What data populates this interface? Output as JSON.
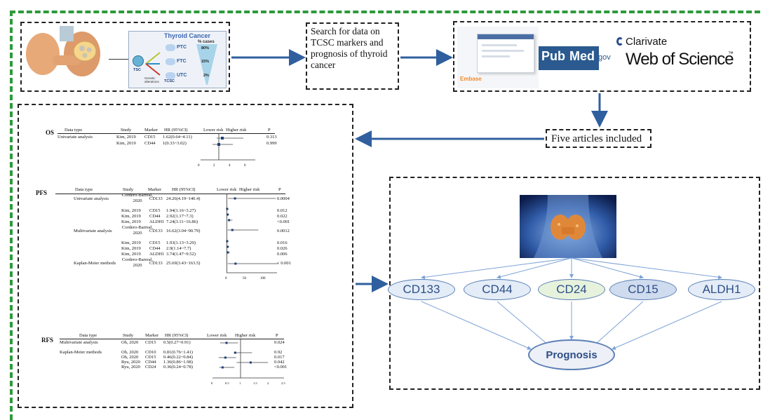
{
  "thyroid_panel": {
    "title": "Thyroid Cancer",
    "cases_header": "% cases",
    "tsc_label": "TSC",
    "tcsc_label": "TCSC",
    "genetic_label": "Genetic\nalterations",
    "subtypes": [
      {
        "name": "PTC",
        "pct": "80%"
      },
      {
        "name": "FTC",
        "pct": "15%"
      },
      {
        "name": "UTC",
        "pct": "2%"
      }
    ]
  },
  "search_box": {
    "text": "Search for data on TCSC markers and prognosis of thyroid cancer"
  },
  "databases": {
    "embase": "Embase",
    "pubmed_pub": "Pub",
    "pubmed_med": "Med",
    "pubmed_gov": ".gov",
    "clarivate": "Clarivate",
    "wos": "Web of Science",
    "tm": "™"
  },
  "included_box": {
    "text": "Five articles included"
  },
  "os_table": {
    "label": "OS",
    "headers": [
      "Data type",
      "Study",
      "Marker",
      "HR (95%CI)",
      "Lower risk",
      "Higher risk",
      "P"
    ],
    "rows": [
      {
        "type": "Univariate analysis",
        "study": "Kim, 2019",
        "marker": "CD15",
        "hr": "1.62(0.64~4.11)",
        "p": "0.313"
      },
      {
        "type": "",
        "study": "Kim, 2019",
        "marker": "CD44",
        "hr": "1(0.33~3.02)",
        "p": "0.999"
      }
    ],
    "ticks": [
      "0",
      "2",
      "4",
      "6"
    ]
  },
  "pfs_table": {
    "label": "PFS",
    "headers": [
      "Data type",
      "Study",
      "Marker",
      "HR (95%CI)",
      "Lower risk",
      "Higher risk",
      "P"
    ],
    "rows": [
      {
        "type": "Univariate analysis",
        "study": "Cordero-Barreal, 2020",
        "marker": "CD133",
        "hr": "24.26(4.19~140.4)",
        "p": "0.0004"
      },
      {
        "type": "",
        "study": "Kim, 2019",
        "marker": "CD15",
        "hr": "1.94(1.16~3.27)",
        "p": "0.012"
      },
      {
        "type": "",
        "study": "Kim, 2019",
        "marker": "CD44",
        "hr": "2.92(1.17~7.3)",
        "p": "0.022"
      },
      {
        "type": "",
        "study": "Kim, 2019",
        "marker": "ALDH1",
        "hr": "7.24(3.11~16.86)",
        "p": "<0.001"
      },
      {
        "type": "Multivariate analysis",
        "study": "Cordero-Barreal, 2020",
        "marker": "CD133",
        "hr": "16.62(3.04~90.79)",
        "p": "0.0012"
      },
      {
        "type": "",
        "study": "Kim, 2019",
        "marker": "CD15",
        "hr": "1.93(1.13~3.29)",
        "p": "0.016"
      },
      {
        "type": "",
        "study": "Kim, 2019",
        "marker": "CD44",
        "hr": "2.9(1.14~7.7)",
        "p": "0.026"
      },
      {
        "type": "",
        "study": "Kim, 2019",
        "marker": "ALDH1",
        "hr": "3.74(1.47~9.52)",
        "p": "0.006"
      },
      {
        "type": "Kaplan-Meier methods",
        "study": "Cordero-Barreal, 2020",
        "marker": "CD133",
        "hr": "25.69(3.43~163.5)",
        "p": "< 0.001"
      }
    ],
    "ticks": [
      "0",
      "50",
      "100"
    ]
  },
  "rfs_table": {
    "label": "RFS",
    "headers": [
      "Data type",
      "Study",
      "Marker",
      "HR (95%CI)",
      "Lower risk",
      "Higher risk",
      "P"
    ],
    "rows": [
      {
        "type": "Multivariate analysis",
        "study": "Oh, 2020",
        "marker": "CD15",
        "hr": "0.5(0.27~0.91)",
        "p": "0.024"
      },
      {
        "type": "Kaplan-Meier methods",
        "study": "Oh, 2020",
        "marker": "CD10",
        "hr": "0.81(0.76~1.41)",
        "p": "0.92"
      },
      {
        "type": "",
        "study": "Oh, 2020",
        "marker": "CD15",
        "hr": "0.46(0.22~0.84)",
        "p": "0.017"
      },
      {
        "type": "",
        "study": "Ryu, 2020",
        "marker": "CD44",
        "hr": "1.36(0.86~1.98)",
        "p": "0.042"
      },
      {
        "type": "",
        "study": "Ryu, 2020",
        "marker": "CD24",
        "hr": "0.36(0.24~0.78)",
        "p": "<0.001"
      }
    ],
    "ticks": [
      "0",
      "0.5",
      "1",
      "1.5",
      "2",
      "2.5"
    ]
  },
  "markers": {
    "items": [
      "CD133",
      "CD44",
      "CD24",
      "CD15",
      "ALDH1"
    ],
    "outcome": "Prognosis"
  },
  "colors": {
    "border_green": "#2e9a3c",
    "arrow_blue": "#2f5f9e",
    "ellipse_fill": "#e3ecf7",
    "ellipse_cd24": "#e6f2dc",
    "ellipse_cd15": "#cfdbee",
    "text_blue": "#2d4f86"
  }
}
